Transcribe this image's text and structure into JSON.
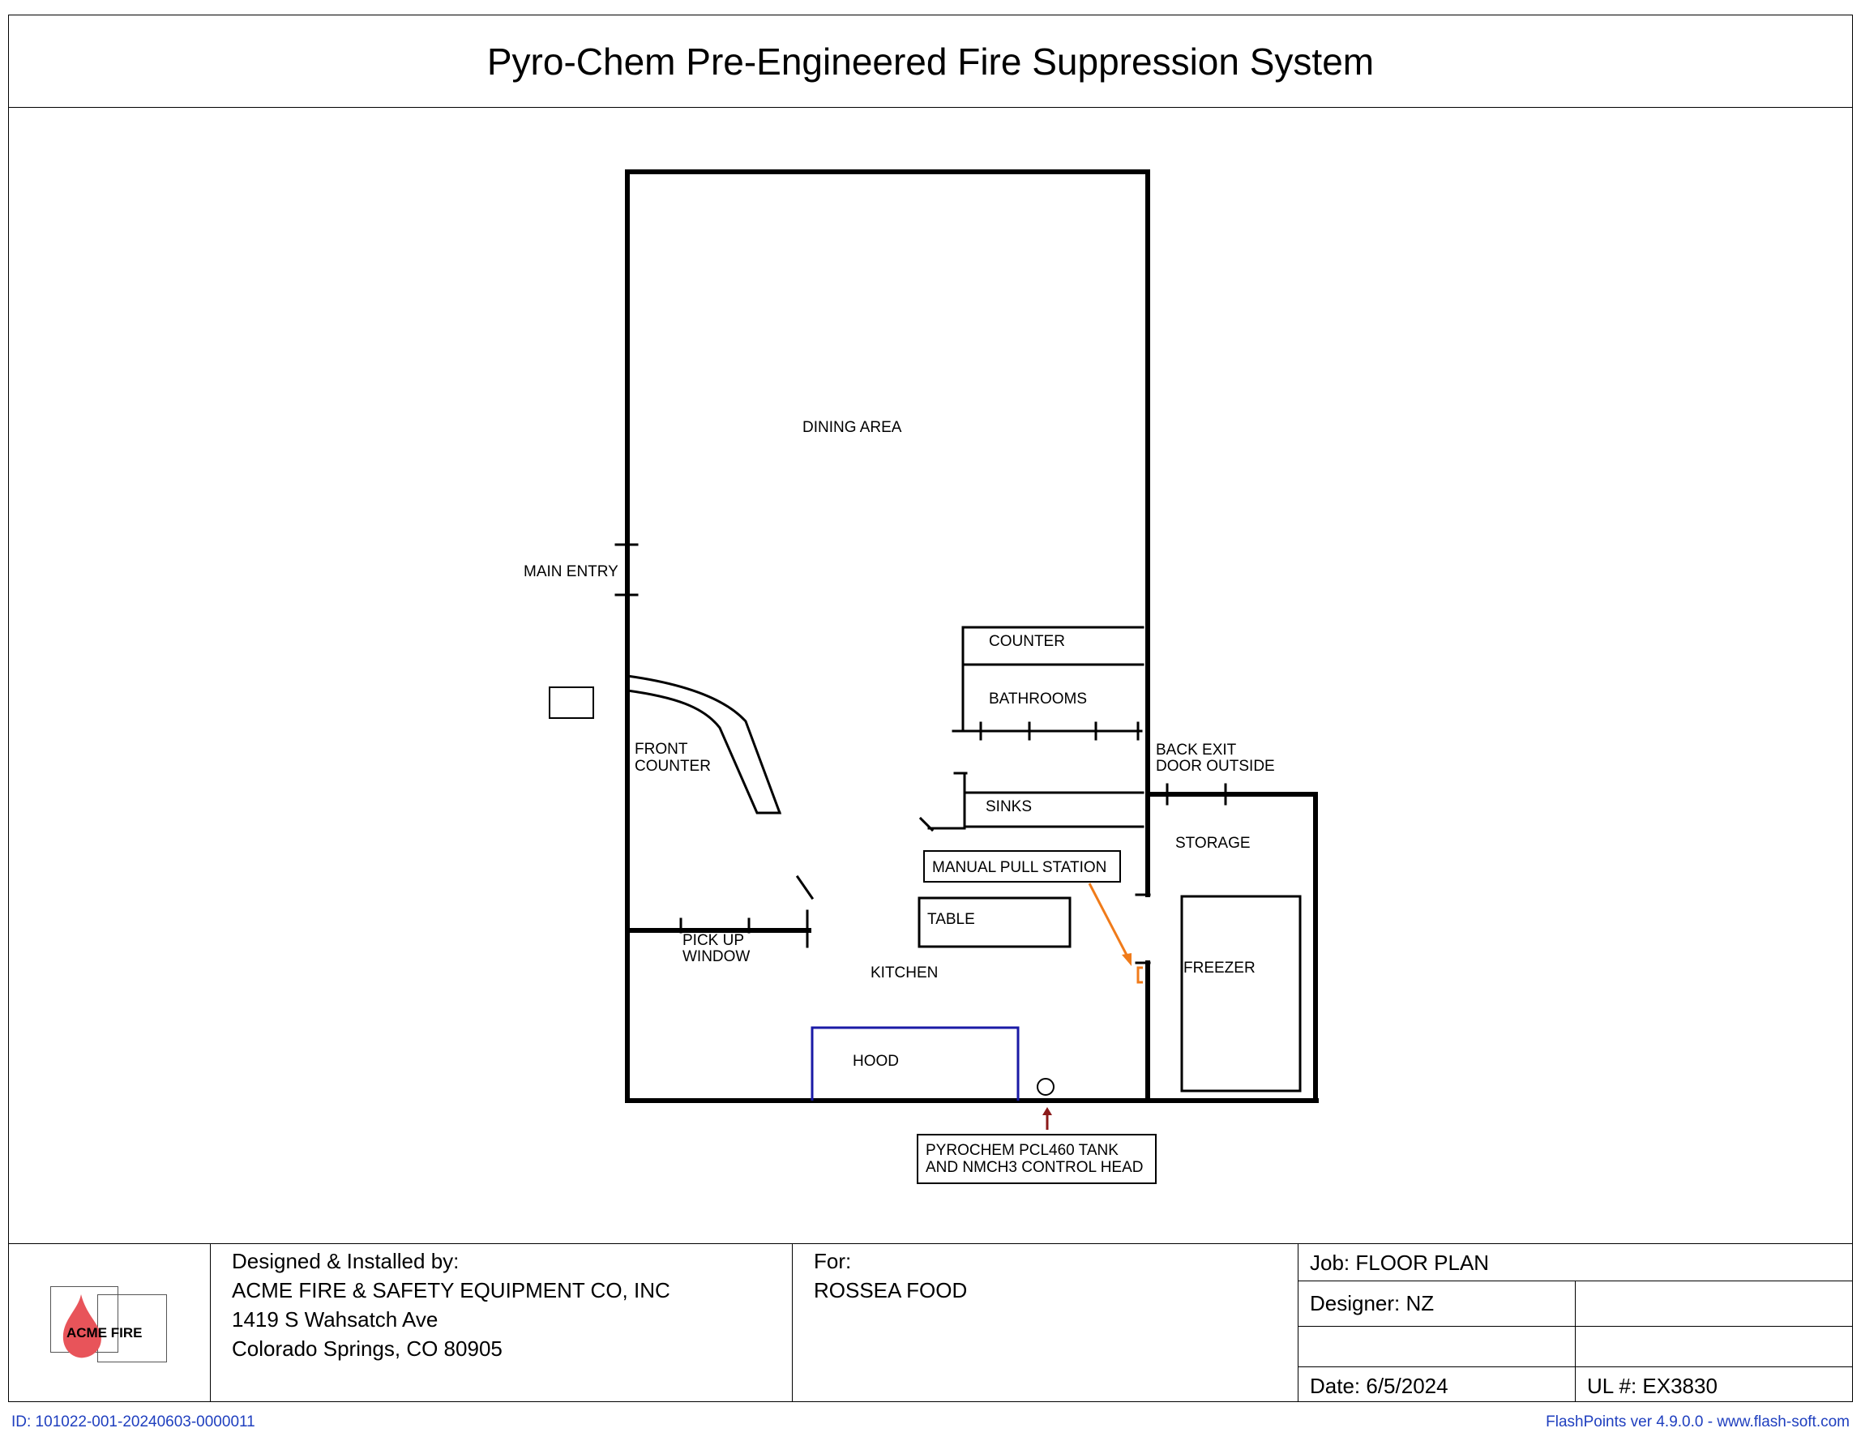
{
  "title": "Pyro-Chem Pre-Engineered Fire Suppression System",
  "plan": {
    "labels": {
      "dining_area": "DINING AREA",
      "main_entry": "MAIN ENTRY",
      "front_counter_1": "FRONT",
      "front_counter_2": "COUNTER",
      "counter": "COUNTER",
      "bathrooms": "BATHROOMS",
      "back_exit_1": "BACK EXIT",
      "back_exit_2": "DOOR OUTSIDE",
      "sinks": "SINKS",
      "storage": "STORAGE",
      "manual_pull_station": "MANUAL PULL STATION",
      "table": "TABLE",
      "pickup_window_1": "PICK UP",
      "pickup_window_2": "WINDOW",
      "kitchen": "KITCHEN",
      "freezer": "FREEZER",
      "hood": "HOOD",
      "tank_1": "PYROCHEM PCL460 TANK",
      "tank_2": "AND NMCH3 CONTROL HEAD"
    },
    "colors": {
      "walls": "#000000",
      "hood": "#1a1aa6",
      "pull_station_leader": "#f07b1a",
      "tank_arrow": "#8b1a1a"
    }
  },
  "title_block": {
    "logo_text": "ACME FIRE",
    "designed_by_label": "Designed & Installed by:",
    "company": "ACME FIRE & SAFETY EQUIPMENT CO, INC",
    "address_1": "1419 S Wahsatch Ave",
    "address_2": "Colorado Springs, CO  80905",
    "for_label": "For:",
    "client": "ROSSEA FOOD",
    "job": "Job:  FLOOR PLAN",
    "designer": "Designer:  NZ",
    "date": "Date:  6/5/2024",
    "ul": "UL #:  EX3830"
  },
  "footer": {
    "id": "ID: 101022-001-20240603-0000011",
    "version": "FlashPoints ver 4.9.0.0  -  www.flash-soft.com"
  }
}
